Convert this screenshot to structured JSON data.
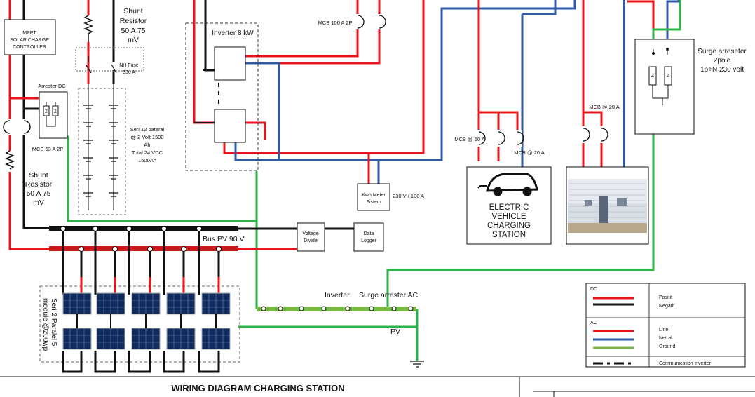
{
  "labels": {
    "mppt_l1": "MPPT",
    "mppt_l2": "SOLAR CHARGE",
    "mppt_l3": "CONTROLLER",
    "shunt_top_l1": "Shunt",
    "shunt_top_l2": "Resistor",
    "shunt_top_l3": "50 A 75",
    "shunt_top_l4": "mV",
    "nh_fuse_l1": "NH Fuse",
    "nh_fuse_l2": "630 A",
    "arrester_dc": "Arrester DC",
    "mcb63": "MCB 63 A 2P",
    "shunt_left_l1": "Shunt",
    "shunt_left_l2": "Resistor",
    "shunt_left_l3": "50 A 75",
    "shunt_left_l4": "mV",
    "battery_l1": "Seri 12 baterai",
    "battery_l2": "@ 2 Volt 1500",
    "battery_l3": "Ah",
    "battery_l4": "Total 24 VDC",
    "battery_l5": "1500Ah",
    "inverter": "Inverter 8 kW",
    "mcb100": "MCB 100 A 2P",
    "kwh_l1": "Kwh Meter",
    "kwh_l2": "Sistem",
    "kwh_rating": "230 V / 100 A",
    "mcb50": "MCB @ 50 A",
    "mcb20_a": "MCB @ 20 A",
    "mcb20_b": "MCB @ 20 A",
    "surge_l1": "Surge arreseter",
    "surge_l2": "2pole",
    "surge_l3": "1p+N 230 volt",
    "ev_l1": "ELECTRIC",
    "ev_l2": "VEHICLE",
    "ev_l3": "CHARGING",
    "ev_l4": "STATION",
    "voltage_l1": "Voltage",
    "voltage_l2": "Divide",
    "logger_l1": "Data",
    "logger_l2": "Logger",
    "bus_pv": "Bus PV 90 V",
    "pv_array_l1": "Seri 2 Paralel 5",
    "pv_array_l2": "module @200wp",
    "gnd_inverter": "Inverter",
    "gnd_surge": "Surge arrester AC",
    "gnd_pv": "PV",
    "title": "WIRING DIAGRAM CHARGING STATION",
    "z1": "Z",
    "z2": "Z",
    "z3": "Z",
    "z4": "Z"
  },
  "legend": {
    "dc_header": "DC",
    "dc_items": [
      "Positif",
      "Negatif"
    ],
    "ac_header": "AC",
    "ac_items": [
      "Line",
      "Netral",
      "Ground"
    ],
    "comm_item": "Communication inverter"
  },
  "colors": {
    "positive": "#e8161c",
    "negative": "#111111",
    "line": "#e8161c",
    "neutral": "#2e5aa8",
    "ground": "#2cb34a",
    "busbar_ground": "#7ab648",
    "busbar_red": "#c81c1c"
  }
}
